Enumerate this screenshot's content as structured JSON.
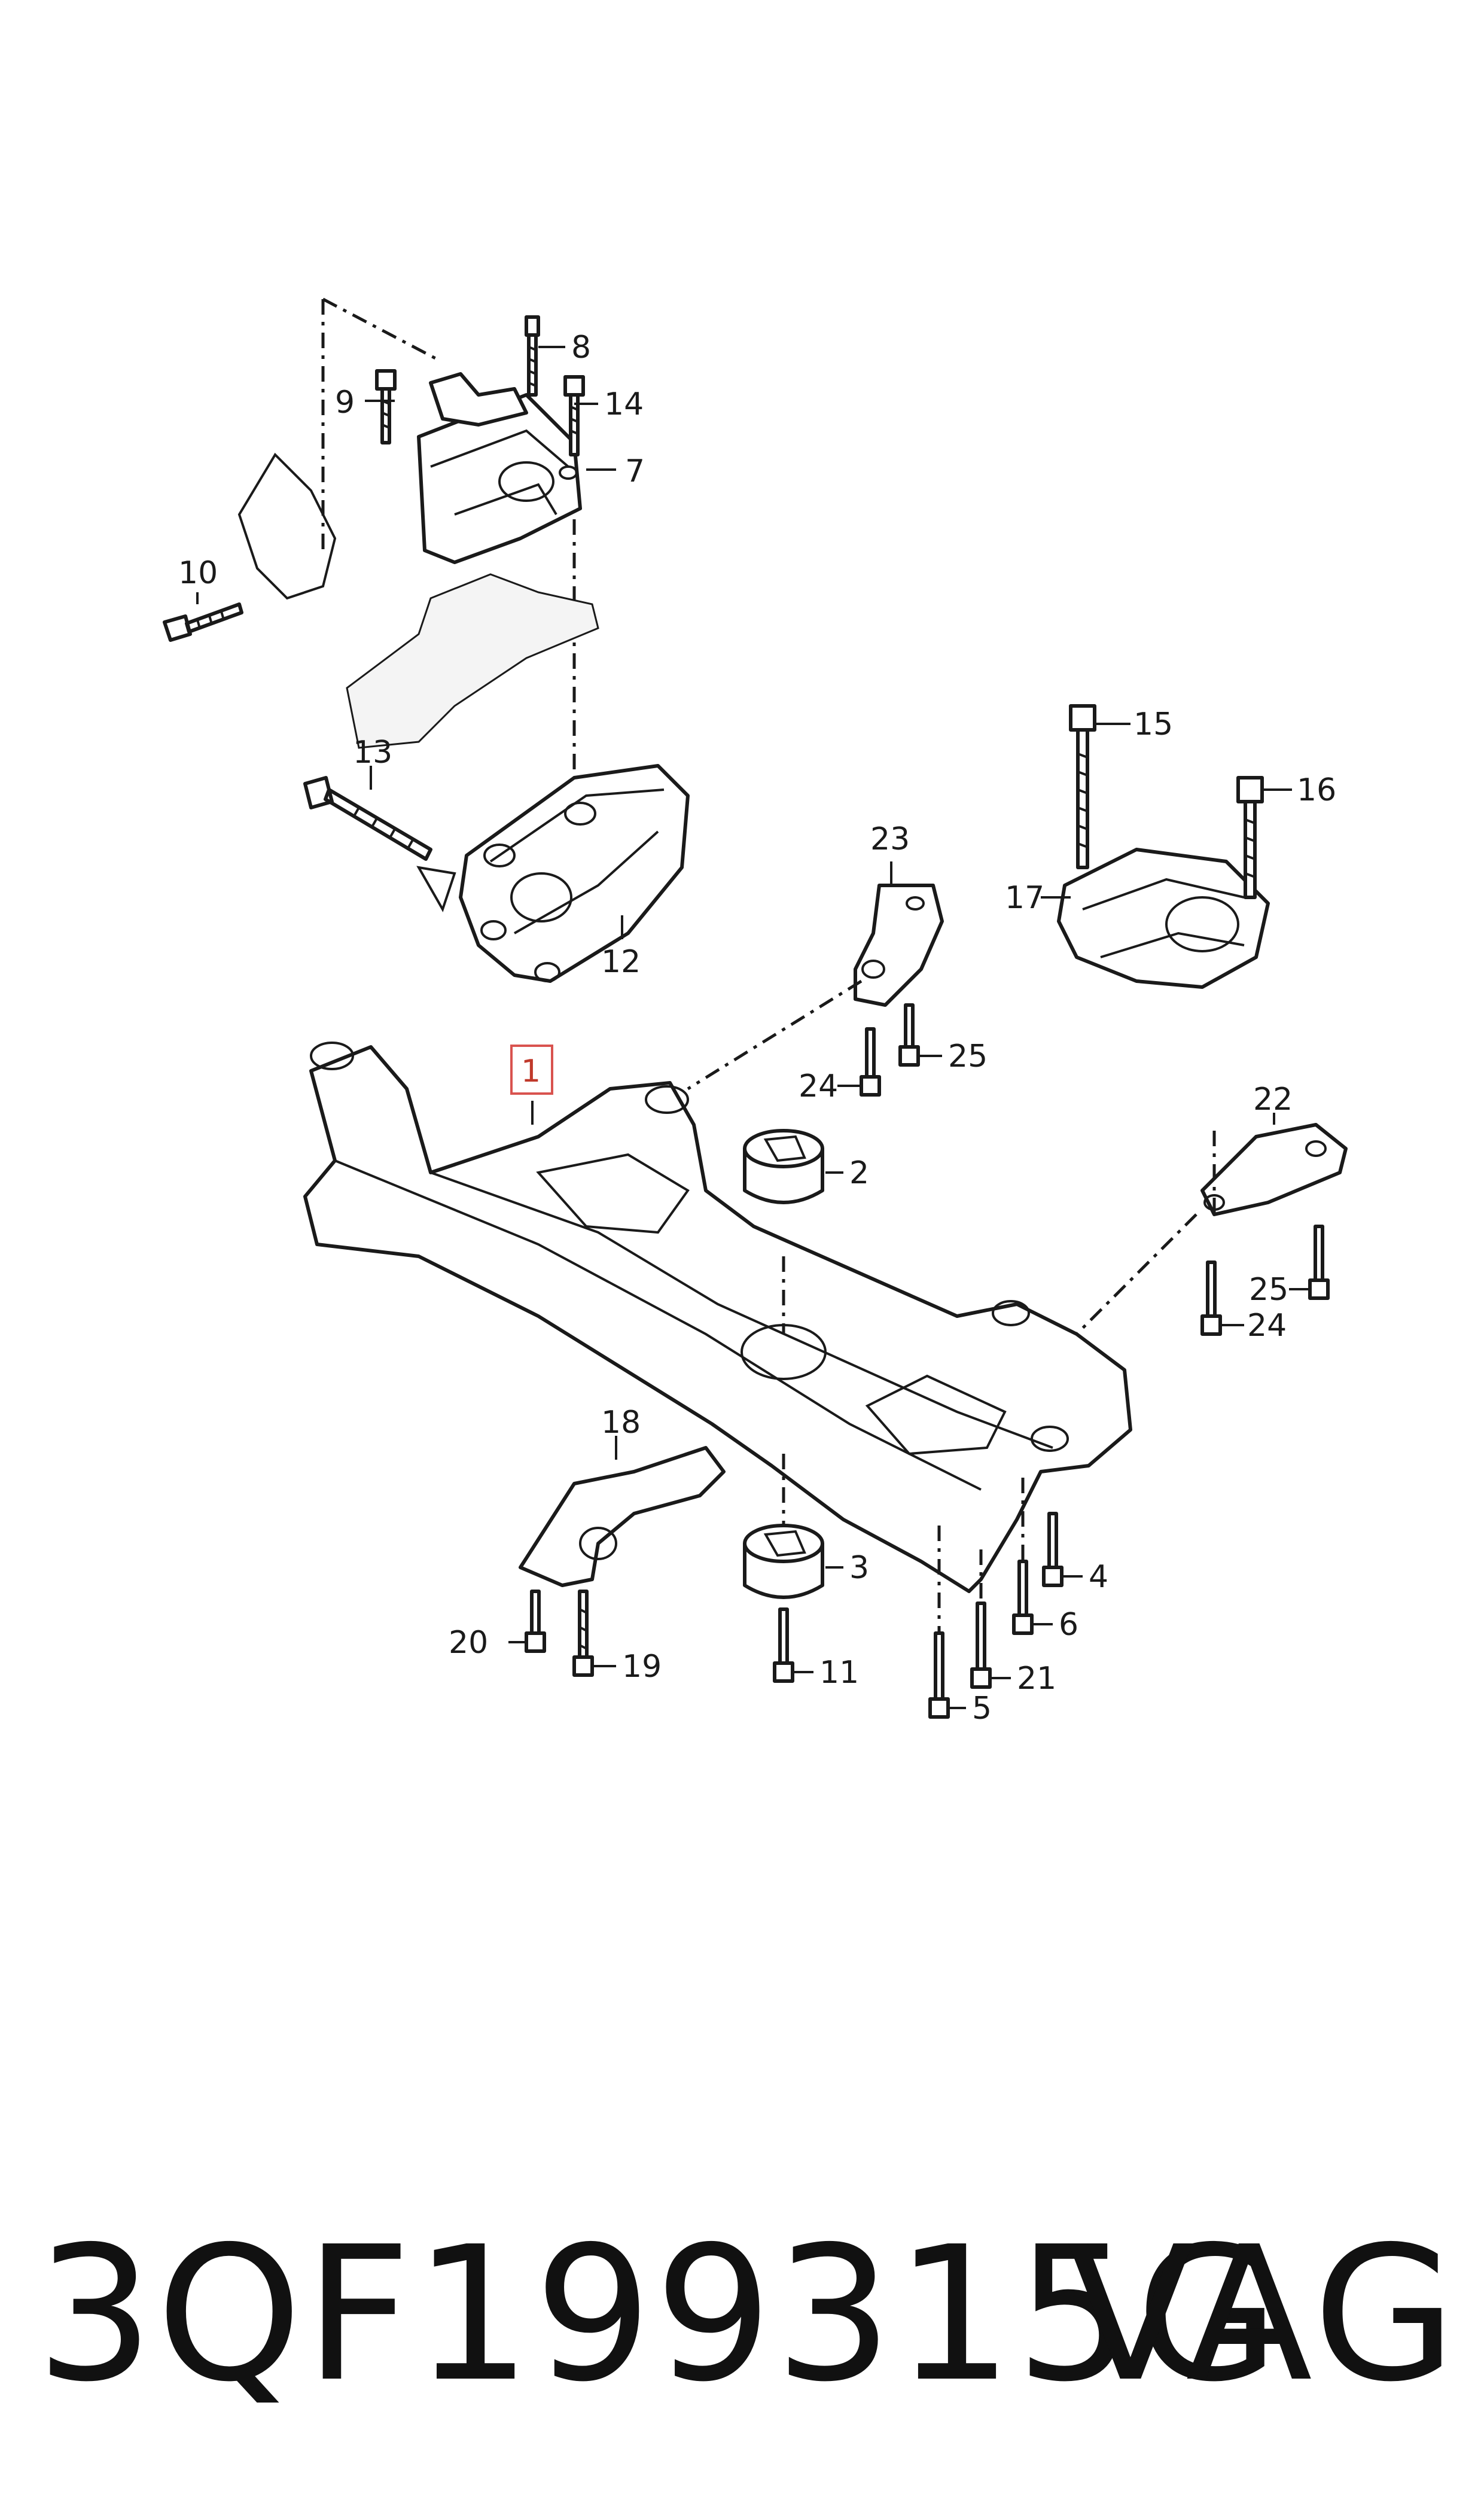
{
  "diagram": {
    "callouts": [
      {
        "id": "1",
        "highlighted": true
      },
      {
        "id": "2"
      },
      {
        "id": "3"
      },
      {
        "id": "4"
      },
      {
        "id": "5"
      },
      {
        "id": "6"
      },
      {
        "id": "7"
      },
      {
        "id": "8"
      },
      {
        "id": "9"
      },
      {
        "id": "10"
      },
      {
        "id": "11"
      },
      {
        "id": "12"
      },
      {
        "id": "13"
      },
      {
        "id": "14"
      },
      {
        "id": "15"
      },
      {
        "id": "16"
      },
      {
        "id": "17"
      },
      {
        "id": "18"
      },
      {
        "id": "19"
      },
      {
        "id": "20"
      },
      {
        "id": "21"
      },
      {
        "id": "22"
      },
      {
        "id": "23"
      },
      {
        "id": "24"
      },
      {
        "id": "24"
      },
      {
        "id": "25"
      },
      {
        "id": "25"
      }
    ],
    "highlight_color": "#d9534f"
  },
  "footer": {
    "part_number": "3QF199315G",
    "brand": "VAG"
  }
}
